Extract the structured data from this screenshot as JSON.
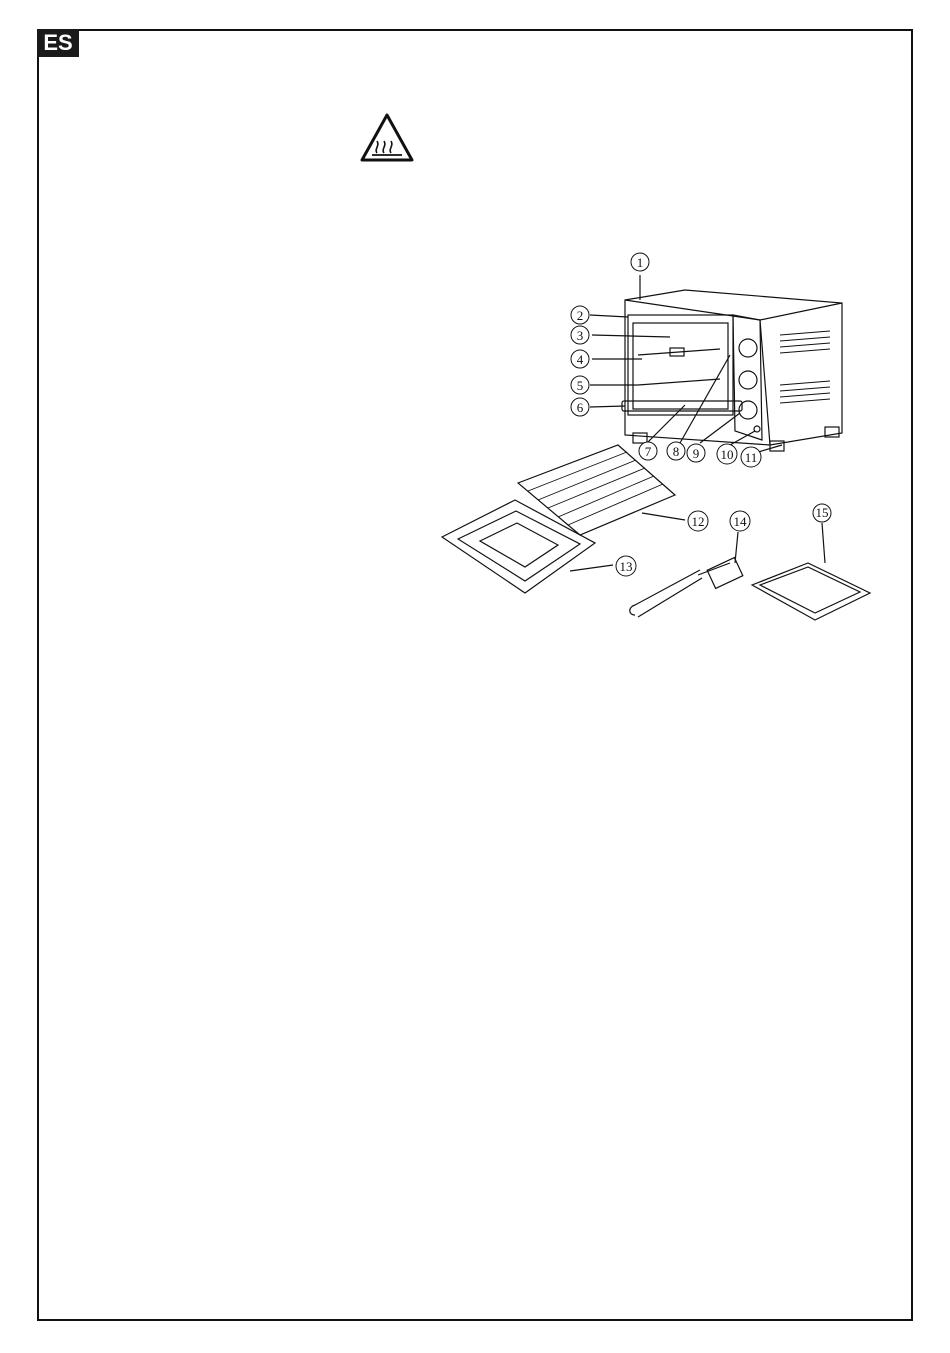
{
  "header": {
    "language_code": "ES"
  },
  "warning_icon": {
    "icon": "hot-surface-warning-icon"
  },
  "diagram": {
    "callouts": [
      "1",
      "2",
      "3",
      "4",
      "5",
      "6",
      "7",
      "8",
      "9",
      "10",
      "11",
      "12",
      "13",
      "14",
      "15"
    ]
  }
}
